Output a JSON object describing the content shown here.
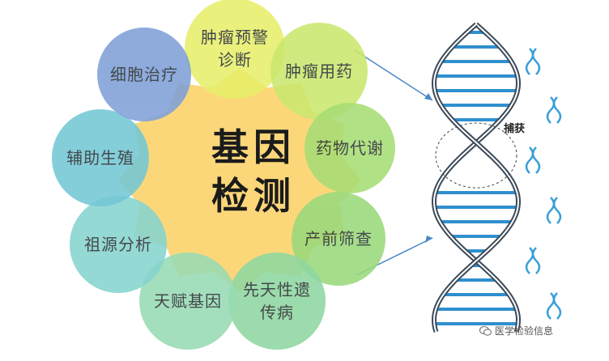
{
  "center": {
    "line1": "基因",
    "line2": "检测"
  },
  "petals": [
    {
      "id": "tumor-early-warning",
      "text": "肿瘤预警诊断",
      "color": "#e7ef6a"
    },
    {
      "id": "tumor-medication",
      "text": "肿瘤用药",
      "color": "#cbe86e"
    },
    {
      "id": "drug-metabolism",
      "text": "药物代谢",
      "color": "#a7dd75"
    },
    {
      "id": "prenatal-screening",
      "text": "产前筛查",
      "color": "#9ad97c"
    },
    {
      "id": "congenital-disease",
      "text": "先天性遗传病",
      "color": "#8fd7a0"
    },
    {
      "id": "talent-gene",
      "text": "天赋基因",
      "color": "#98dbb4"
    },
    {
      "id": "ancestry-analysis",
      "text": "祖源分析",
      "color": "#86d4cf"
    },
    {
      "id": "assisted-reproduction",
      "text": "辅助生殖",
      "color": "#74c8d5"
    },
    {
      "id": "cell-therapy",
      "text": "细胞治疗",
      "color": "#7fa0d8"
    }
  ],
  "dna": {
    "capture_label": "捕获",
    "strand_color": "#3b4a59",
    "rung_color": "#2f8fcf"
  },
  "watermark": {
    "text": "医学检验信息"
  }
}
